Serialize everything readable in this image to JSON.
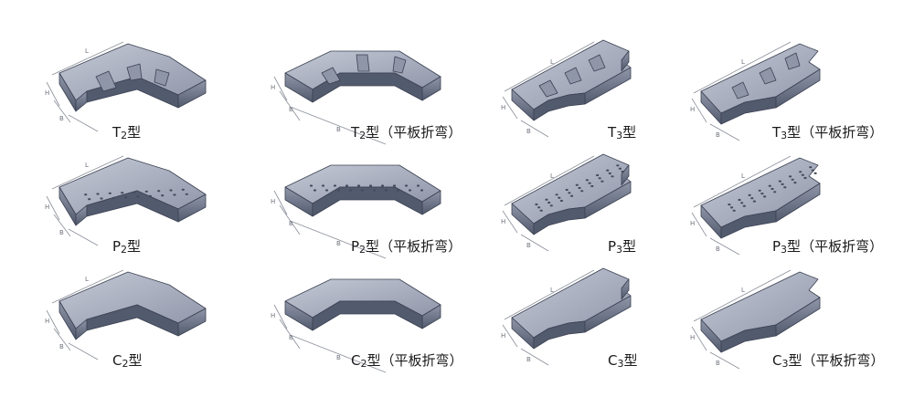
{
  "colors": {
    "metal_light": "#c4c9d6",
    "metal_mid": "#8f96a8",
    "metal_dark": "#525a6e",
    "outline": "#3b4152",
    "perforation": "#454b5c"
  },
  "dimension_letters": [
    "L",
    "H",
    "B",
    "B"
  ],
  "fittings": [
    {
      "prefix": "T",
      "sub": "2",
      "suffix": "型",
      "note": "",
      "shape": "tray-elbow",
      "variant": "ladder"
    },
    {
      "prefix": "T",
      "sub": "2",
      "suffix": "型",
      "note": "（平板折弯）",
      "shape": "flat-elbow",
      "variant": "ladder"
    },
    {
      "prefix": "T",
      "sub": "3",
      "suffix": "型",
      "note": "",
      "shape": "tee",
      "variant": "ladder"
    },
    {
      "prefix": "T",
      "sub": "3",
      "suffix": "型",
      "note": "（平板折弯）",
      "shape": "tee-flat",
      "variant": "ladder"
    },
    {
      "prefix": "P",
      "sub": "2",
      "suffix": "型",
      "note": "",
      "shape": "tray-elbow",
      "variant": "perforated"
    },
    {
      "prefix": "P",
      "sub": "2",
      "suffix": "型",
      "note": "（平板折弯）",
      "shape": "flat-elbow",
      "variant": "perforated"
    },
    {
      "prefix": "P",
      "sub": "3",
      "suffix": "型",
      "note": "",
      "shape": "tee",
      "variant": "perforated"
    },
    {
      "prefix": "P",
      "sub": "3",
      "suffix": "型",
      "note": "（平板折弯）",
      "shape": "tee-flat",
      "variant": "perforated"
    },
    {
      "prefix": "C",
      "sub": "2",
      "suffix": "型",
      "note": "",
      "shape": "tray-elbow",
      "variant": "solid"
    },
    {
      "prefix": "C",
      "sub": "2",
      "suffix": "型",
      "note": "（平板折弯）",
      "shape": "flat-elbow",
      "variant": "solid"
    },
    {
      "prefix": "C",
      "sub": "3",
      "suffix": "型",
      "note": "",
      "shape": "tee",
      "variant": "solid"
    },
    {
      "prefix": "C",
      "sub": "3",
      "suffix": "型",
      "note": "（平板折弯）",
      "shape": "tee-flat",
      "variant": "solid"
    }
  ]
}
